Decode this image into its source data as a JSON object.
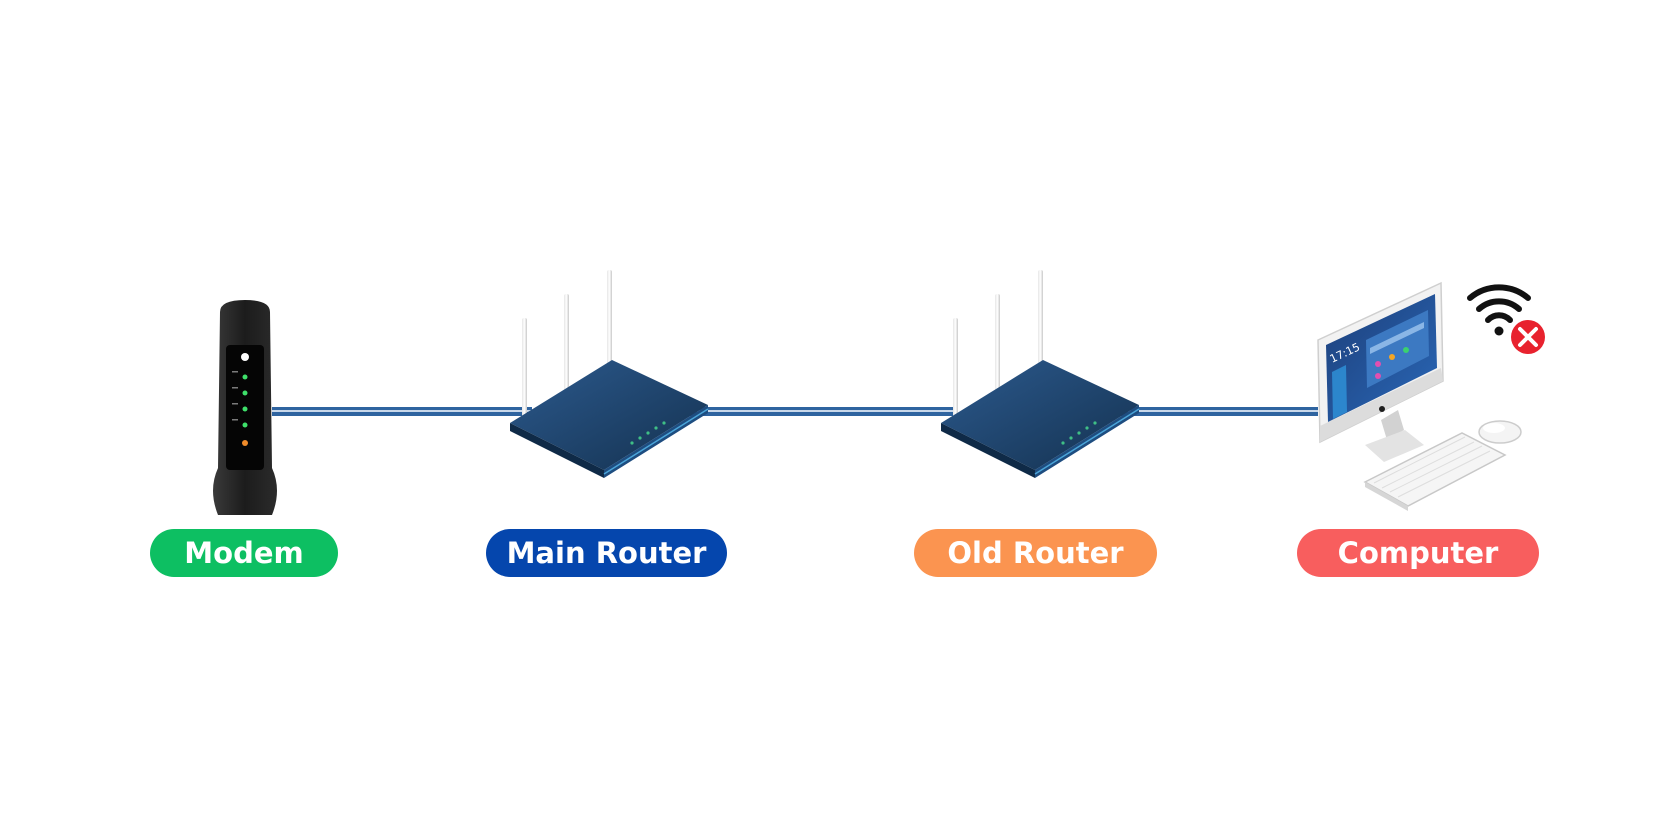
{
  "nodes": [
    {
      "label": "Modem",
      "color": "#0dbf62",
      "device": "modem-icon"
    },
    {
      "label": "Main Router",
      "color": "#0546ad",
      "device": "router-icon"
    },
    {
      "label": "Old Router",
      "color": "#fb9450",
      "device": "router-icon"
    },
    {
      "label": "Computer",
      "color": "#f85e5e",
      "device": "desktop-computer-icon"
    }
  ],
  "screen": {
    "time": "17:15"
  },
  "status": {
    "icon": "wifi-disconnected-icon",
    "badge_color": "#e8222e"
  },
  "cable_color": "#2f64a0"
}
